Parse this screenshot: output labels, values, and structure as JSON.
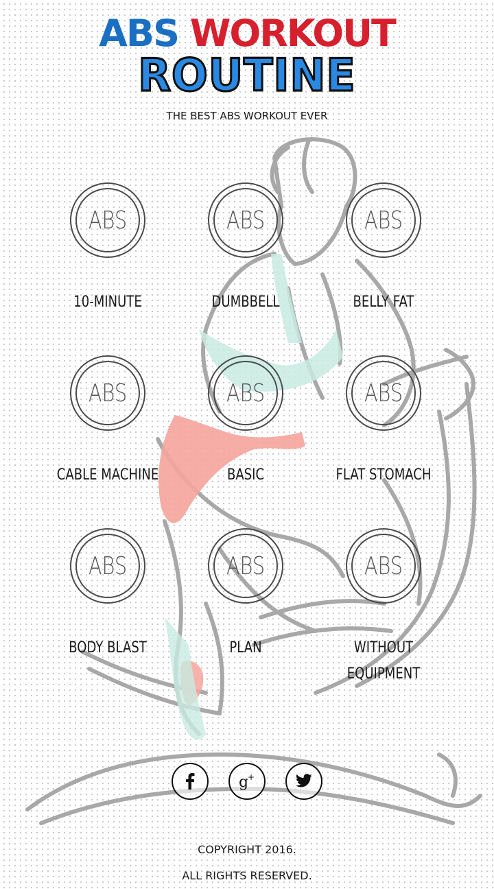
{
  "header": {
    "title_part1": "ABS",
    "title_part2": "WORKOUT",
    "title_line2": "ROUTINE",
    "subtitle": "THE BEST ABS WORKOUT EVER"
  },
  "colors": {
    "title_blue": "#1b6fc2",
    "title_red": "#d7202e",
    "routine_blue": "#2a8ae3",
    "shorts_pink": "#f4a49c",
    "top_mint": "#c8ebe2"
  },
  "workouts": [
    {
      "badge": "ABS",
      "label": "10-MINUTE",
      "icon": "abs-badge-icon"
    },
    {
      "badge": "ABS",
      "label": "DUMBBELL",
      "icon": "abs-badge-icon"
    },
    {
      "badge": "ABS",
      "label": "BELLY FAT",
      "icon": "abs-badge-icon"
    },
    {
      "badge": "ABS",
      "label": "CABLE MACHINE",
      "icon": "abs-badge-icon"
    },
    {
      "badge": "ABS",
      "label": "BASIC",
      "icon": "abs-badge-icon"
    },
    {
      "badge": "ABS",
      "label": "FLAT STOMACH",
      "icon": "abs-badge-icon"
    },
    {
      "badge": "ABS",
      "label": "BODY BLAST",
      "icon": "abs-badge-icon"
    },
    {
      "badge": "ABS",
      "label": "PLAN",
      "icon": "abs-badge-icon"
    },
    {
      "badge": "ABS",
      "label": "WITHOUT EQUIPMENT",
      "label_line1": "WITHOUT",
      "label_line2": "EQUIPMENT",
      "icon": "abs-badge-icon"
    }
  ],
  "social": [
    {
      "name": "facebook",
      "icon": "facebook-icon"
    },
    {
      "name": "google-plus",
      "icon": "google-plus-icon"
    },
    {
      "name": "twitter",
      "icon": "twitter-icon"
    }
  ],
  "footer": {
    "copyright": "COPYRIGHT 2016.",
    "rights": "ALL RIGHTS RESERVED."
  }
}
